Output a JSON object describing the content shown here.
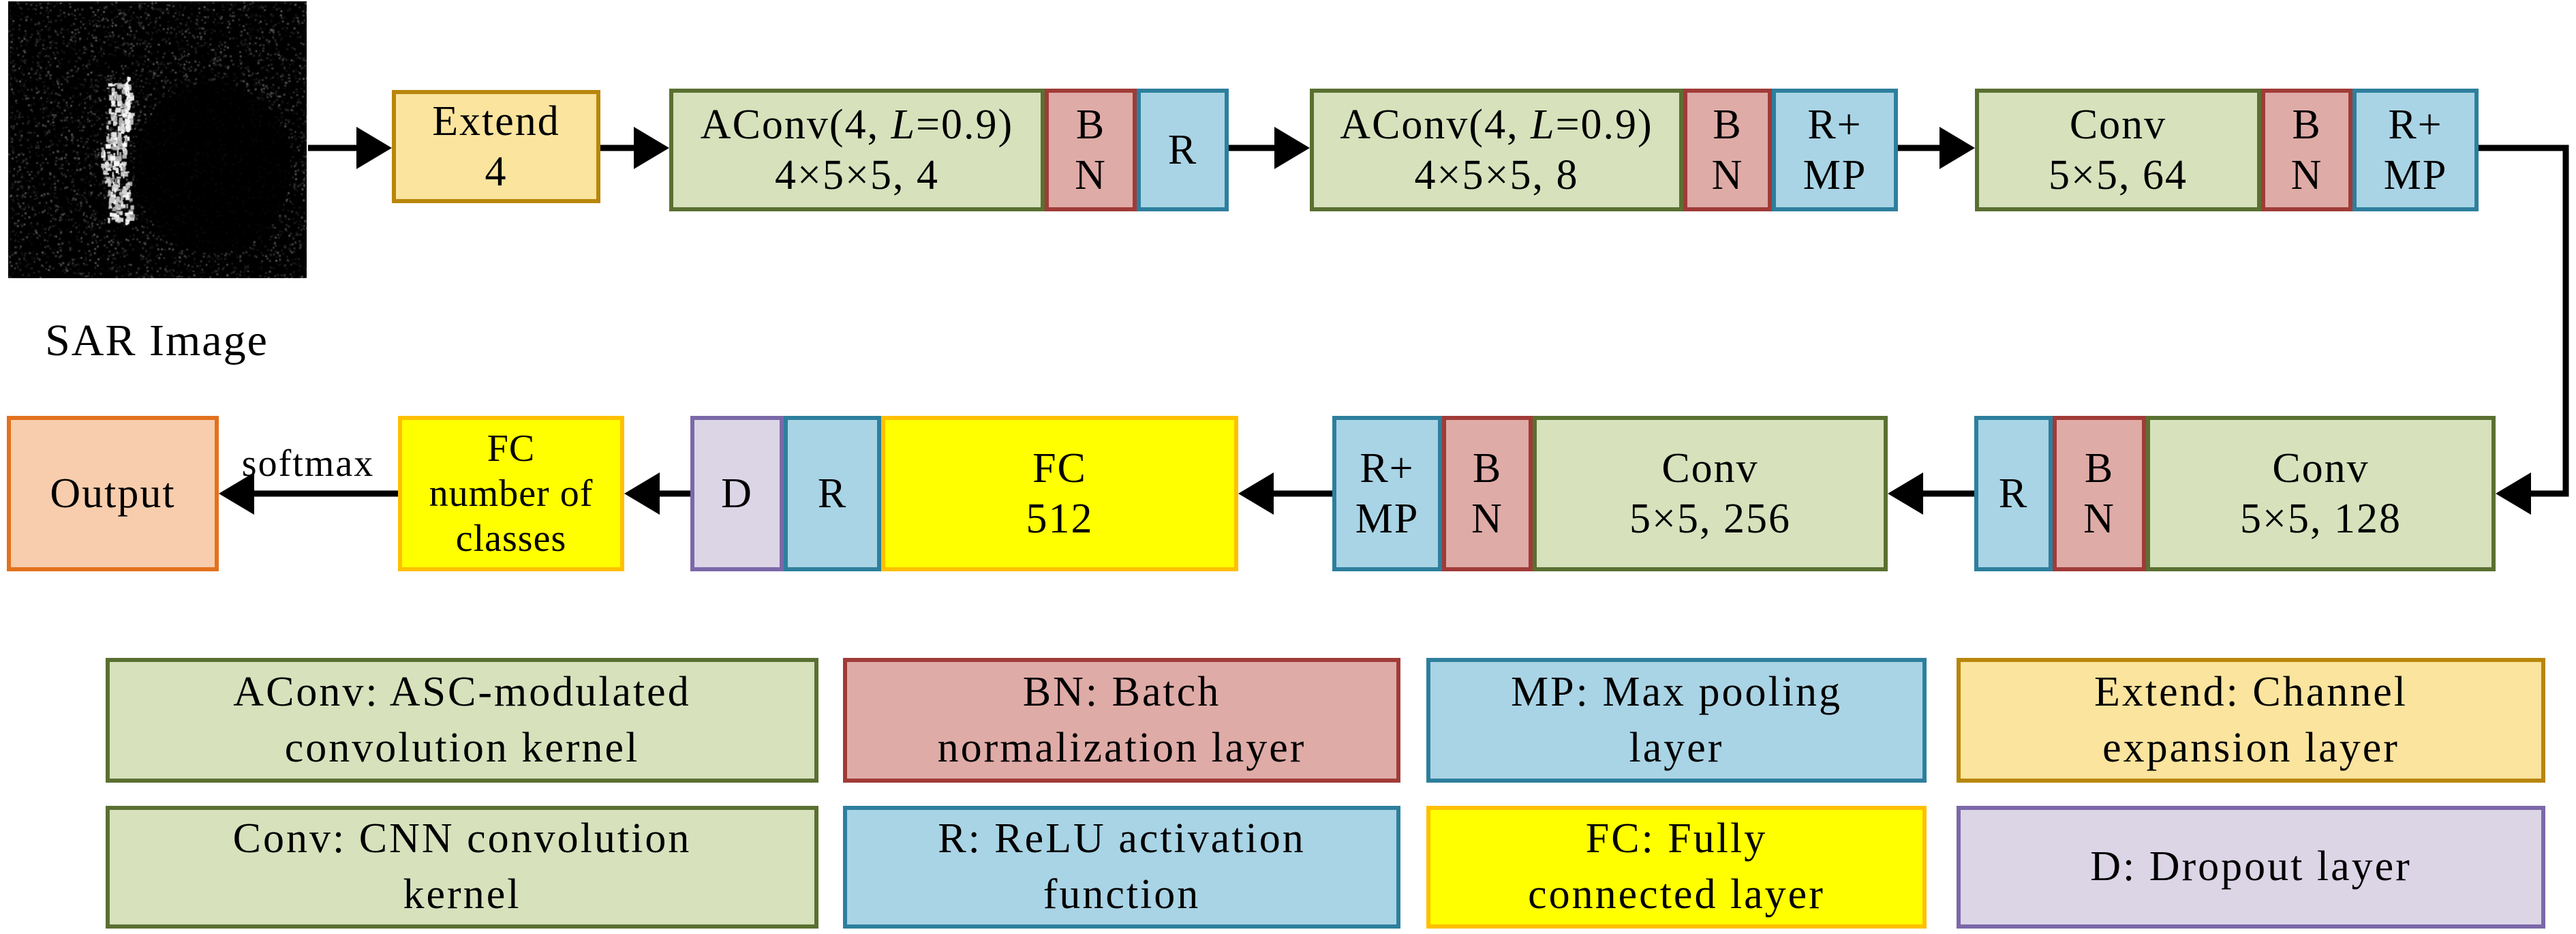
{
  "colors": {
    "green_fill": "#D7E1BC",
    "green_border": "#5A7031",
    "pink_fill": "#DFABA7",
    "pink_border": "#A03B38",
    "blue_fill": "#A9D4E5",
    "blue_border": "#2D7F9D",
    "gold_fill": "#FBE49E",
    "gold_border": "#B8860B",
    "yellow_fill": "#FFFF00",
    "yellow_border": "#FFC000",
    "purple_fill": "#DBD5E6",
    "purple_border": "#7B68A8",
    "peach_fill": "#F8CDAD",
    "peach_border": "#E2711D",
    "arrow": "#000000"
  },
  "flow": {
    "sar_label": "SAR Image",
    "softmax_label": "softmax",
    "extend": {
      "l1": "Extend",
      "l2": "4"
    },
    "aconv1": {
      "pre": "AConv(4, ",
      "it": "L",
      "post": "=0.9)",
      "l2": "4×5×5, 4"
    },
    "aconv2": {
      "pre": "AConv(4, ",
      "it": "L",
      "post": "=0.9)",
      "l2": "4×5×5, 8"
    },
    "conv64": {
      "l1": "Conv",
      "l2": "5×5, 64"
    },
    "conv128": {
      "l1": "Conv",
      "l2": "5×5, 128"
    },
    "conv256": {
      "l1": "Conv",
      "l2": "5×5, 256"
    },
    "fc512": {
      "l1": "FC",
      "l2": "512"
    },
    "fc_classes": {
      "l1": "FC",
      "l2": "number of",
      "l3": "classes"
    },
    "output_label": "Output",
    "bn": {
      "l1": "B",
      "l2": "N"
    },
    "r_label": "R",
    "rmp": {
      "l1": "R+",
      "l2": "MP"
    },
    "d_label": "D"
  },
  "legend": [
    {
      "l1": "AConv: ASC-modulated",
      "l2": "convolution kernel"
    },
    {
      "l1": "BN: Batch",
      "l2": "normalization layer"
    },
    {
      "l1": "MP: Max pooling",
      "l2": "layer"
    },
    {
      "l1": "Extend: Channel",
      "l2": "expansion layer"
    },
    {
      "l1": "Conv: CNN convolution",
      "l2": "kernel"
    },
    {
      "l1": "R: ReLU activation",
      "l2": "function"
    },
    {
      "l1": "FC: Fully",
      "l2": "connected layer"
    },
    {
      "l1": "D: Dropout layer",
      "l2": ""
    }
  ]
}
